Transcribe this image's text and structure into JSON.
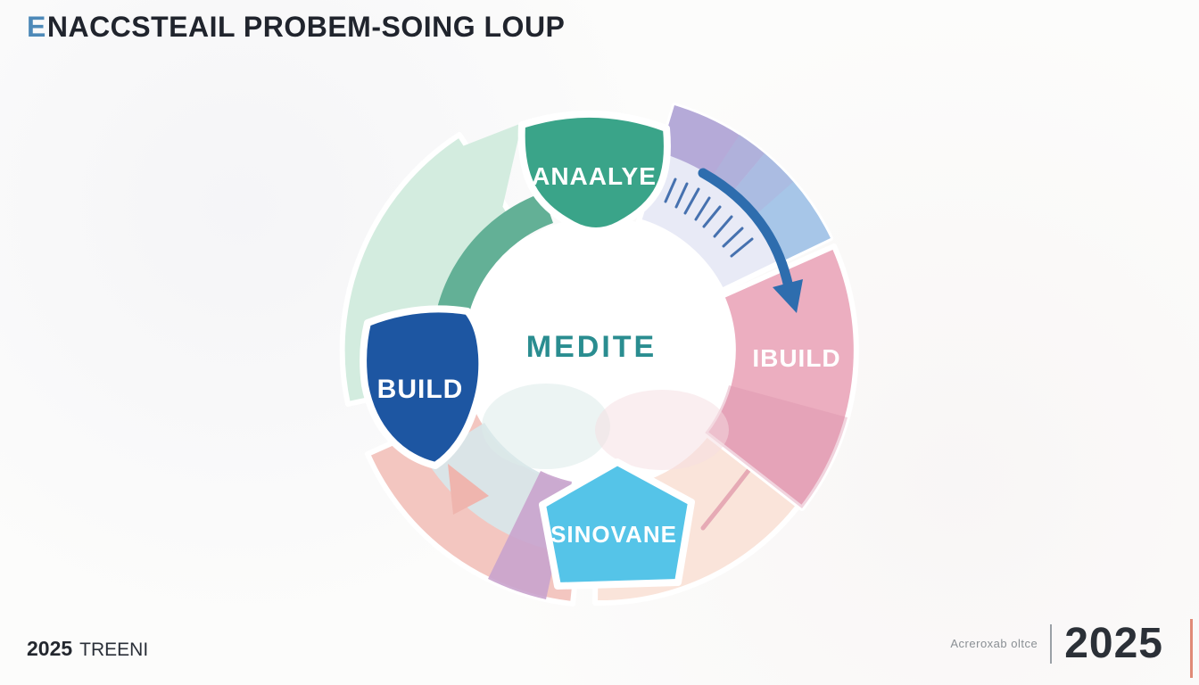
{
  "title": {
    "logo_char": "E",
    "text": "NACCSTEAIL PROBEM-SOING LOUP",
    "accent_blue": "#4d89b8"
  },
  "diagram": {
    "center_label": "MEDITE",
    "nodes": {
      "analyze": {
        "label": "ANAALYE",
        "color": "#3aa489"
      },
      "build": {
        "label": "BUILD",
        "color": "#1d56a2"
      },
      "innovate": {
        "label": "SINOVANE",
        "color": "#55c4e8"
      },
      "rebuild": {
        "label": "IBUILD",
        "color": "#ecaec0"
      }
    },
    "colors": {
      "mint_band": "#d3ecdf",
      "green_arc": "#63b096",
      "lavender_inner": "#e8eaf6",
      "purple_band": "#b5aad8",
      "blue_band": "#a7c6e8",
      "arrow_blue": "#2e6dae",
      "peach_band": "#fae4da",
      "swoosh_pink": "#e2a0ae",
      "pink_deep": "#dc93ad",
      "salmon_band": "#f3c6c0",
      "inner_blue_band": "#d8e6e9",
      "purple_wedge": "#c9a3cd",
      "salmon_arrow": "#efb5ae",
      "center_text": "#2a8d90",
      "red_accent": "#e08a77"
    }
  },
  "footer": {
    "left": {
      "year": "2025",
      "label": "TREENI"
    },
    "right": {
      "label": "Acreroxab oltce",
      "year": "2025"
    }
  }
}
